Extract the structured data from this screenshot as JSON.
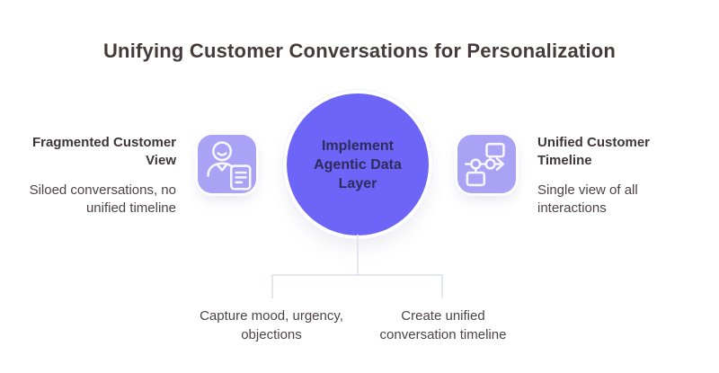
{
  "title": "Unifying Customer Conversations for Personalization",
  "left_panel": {
    "heading": "Fragmented Customer View",
    "body": "Siloed conversations, no unified timeline",
    "icon": "customer-profile-icon"
  },
  "center": {
    "label": "Implement Agentic Data Layer"
  },
  "right_panel": {
    "heading": "Unified Customer Timeline",
    "body": "Single view of all interactions",
    "icon": "flowchart-timeline-icon"
  },
  "branches": [
    {
      "label": "Capture mood, urgency, objections"
    },
    {
      "label": "Create unified conversation timeline"
    }
  ],
  "colors": {
    "circle_fill": "#6D65F8",
    "icon_bg": "#A9A2F5",
    "icon_stroke": "#F7F6FE",
    "title_text": "#453A3C",
    "heading_text": "#3E3637",
    "body_text": "#4D4345",
    "circle_text": "#2F2B5B",
    "connector": "#E4E7F0",
    "background": "#FFFFFF"
  }
}
